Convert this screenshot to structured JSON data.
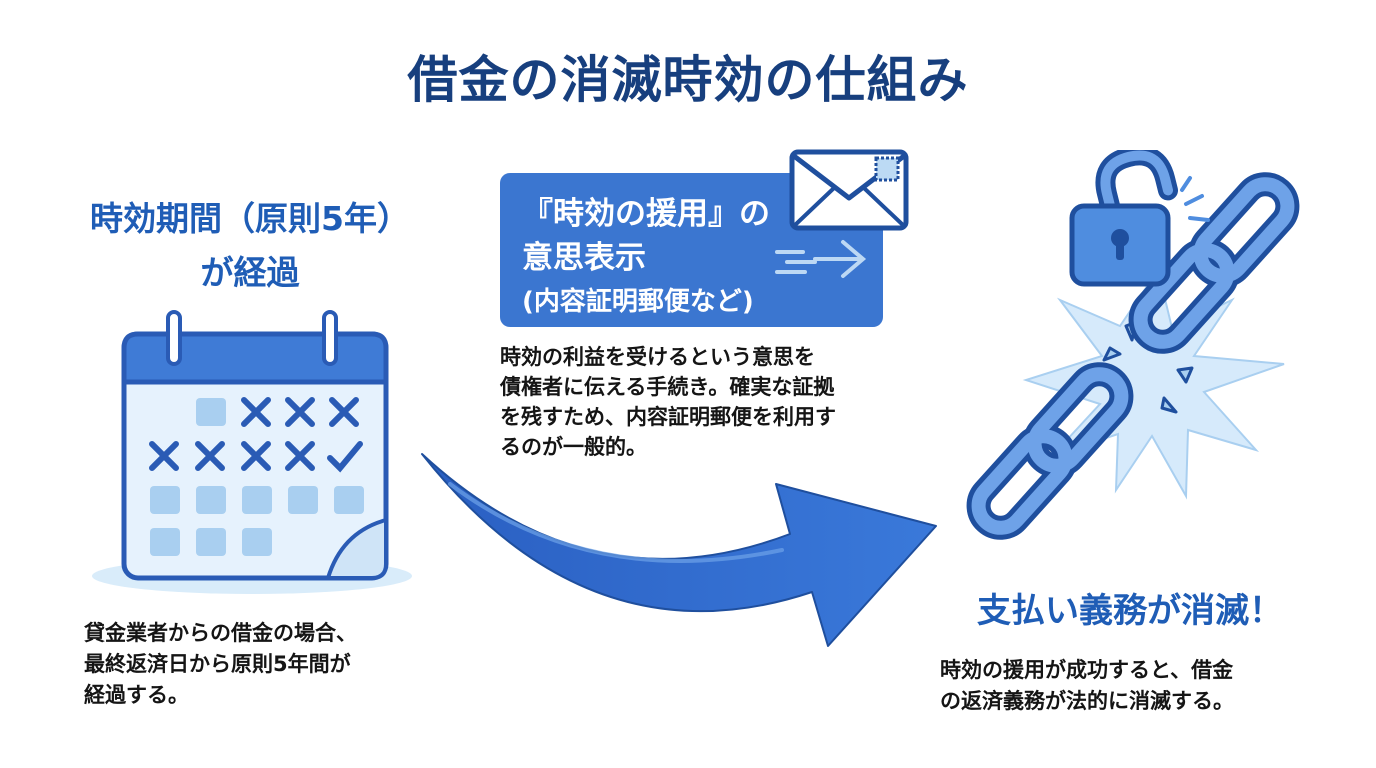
{
  "title": "借金の消滅時効の仕組み",
  "step1": {
    "heading_line1": "時効期間（原則5年）",
    "heading_line2": "が経過",
    "desc_line1": "貸金業者からの借金の場合、",
    "desc_line2": "最終返済日から原則5年間が",
    "desc_line3": "経過する。"
  },
  "step2": {
    "callout_line1": "『時効の援用』の",
    "callout_line2": "意思表示",
    "callout_line3": "(内容証明郵便など)",
    "desc_line1": "時効の利益を受けるという意思を",
    "desc_line2": "債権者に伝える手続き。確実な証拠",
    "desc_line3": "を残すため、内容証明郵便を利用す",
    "desc_line4": "るのが一般的。"
  },
  "step3": {
    "heading": "支払い義務が消滅！",
    "desc_line1": "時効の援用が成功すると、借金",
    "desc_line2": "の返済義務が法的に消滅する。"
  },
  "icons": [
    "calendar-icon",
    "envelope-icon",
    "speed-arrow-icon",
    "curved-arrow-icon",
    "open-padlock-icon",
    "broken-chain-icon"
  ],
  "colors": {
    "title": "#173f7e",
    "heading": "#1f5db6",
    "callout_bg": "#3b76d0",
    "arrow": "#2f66c8",
    "light_blue": "#cfe4f7"
  }
}
